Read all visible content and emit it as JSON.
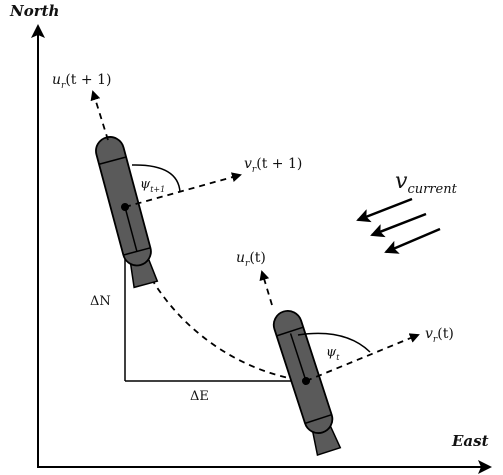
{
  "axes": {
    "y_label": "North",
    "x_label": "East"
  },
  "labels": {
    "ur_next": "u",
    "ur_next_sub": "r",
    "ur_next_arg": "(t + 1)",
    "vr_next": "v",
    "vr_next_sub": "r",
    "vr_next_arg": "(t + 1)",
    "psi_next": "ψ",
    "psi_next_sub": "t+1",
    "ur_t": "u",
    "ur_t_sub": "r",
    "ur_t_arg": "(t)",
    "vr_t": "v",
    "vr_t_sub": "r",
    "vr_t_arg": "(t)",
    "psi_t": "ψ",
    "psi_t_sub": "t",
    "delta_n": "ΔN",
    "delta_e": "ΔE",
    "v_current": "v",
    "v_current_sub": "current"
  },
  "colors": {
    "vehicle_body": "#5a5a5a",
    "vehicle_outline": "#000000",
    "arrow": "#000000"
  }
}
